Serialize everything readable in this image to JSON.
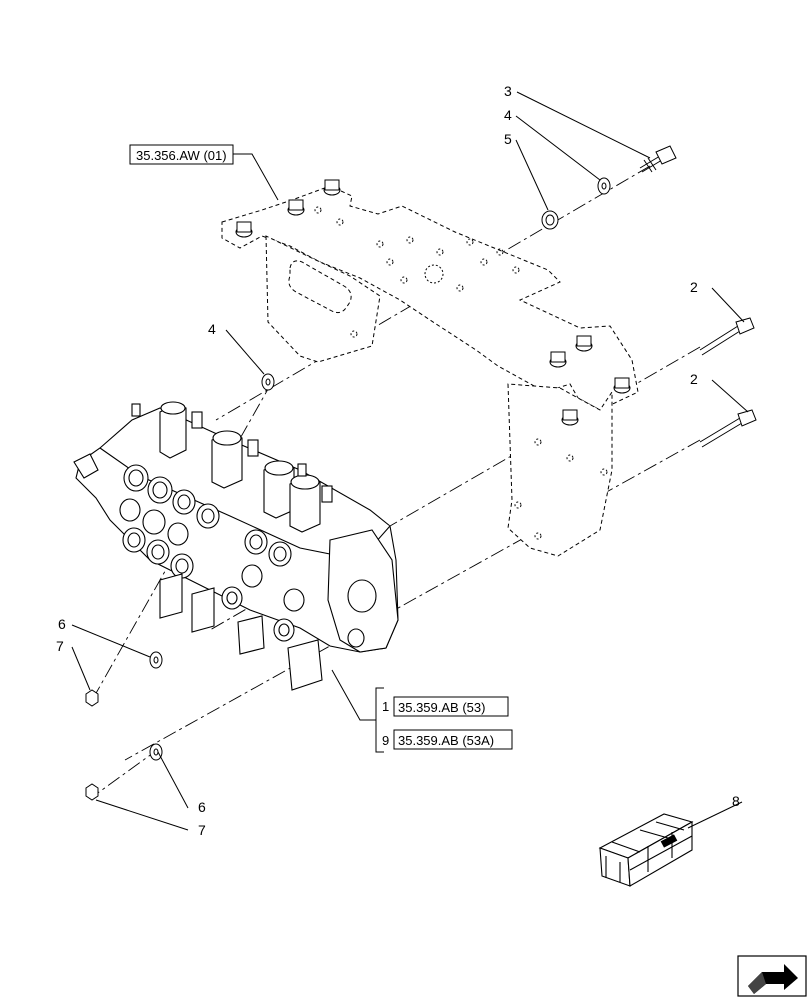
{
  "references": {
    "bracket": "35.356.AW (01)",
    "valve_a_index": "1",
    "valve_a": "35.359.AB (53)",
    "valve_b_index": "9",
    "valve_b": "35.359.AB (53A)"
  },
  "callouts": {
    "bolt_top": "3",
    "washer_top": "4",
    "spacer_top": "5",
    "bolt_right_upper": "2",
    "bolt_right_lower": "2",
    "washer_mid": "4",
    "washer_left_upper": "6",
    "nut_left_upper": "7",
    "washer_left_lower": "6",
    "nut_left_lower": "7",
    "kit_box": "8"
  },
  "icons": {
    "navigation": "next-page-arrow-icon",
    "kit": "shipping-crate-icon"
  }
}
